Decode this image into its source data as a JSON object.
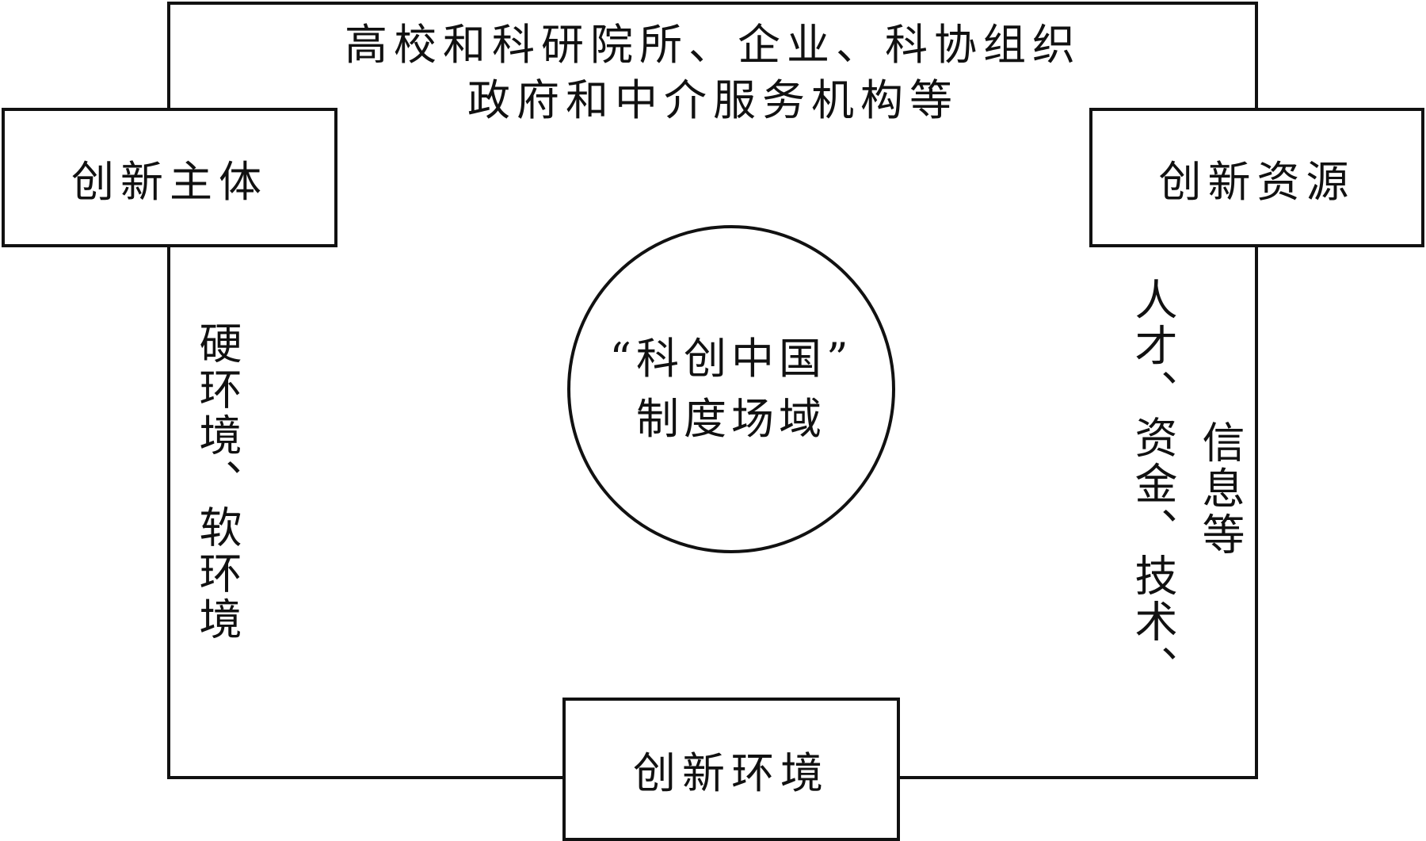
{
  "diagram": {
    "top_text": {
      "line1": "高校和科研院所、企业、科协组织",
      "line2": "政府和中介服务机构等"
    },
    "box_subject": "创新主体",
    "box_resources": "创新资源",
    "box_environment": "创新环境",
    "center": {
      "line1": "“科创中国”",
      "line2": "制度场域"
    },
    "left_vertical": "硬环境、软环境",
    "right_vertical_col1": "人才、资金、技术、",
    "right_vertical_col2": "信息等",
    "colors": {
      "line": "#111111",
      "background": "#ffffff"
    }
  }
}
